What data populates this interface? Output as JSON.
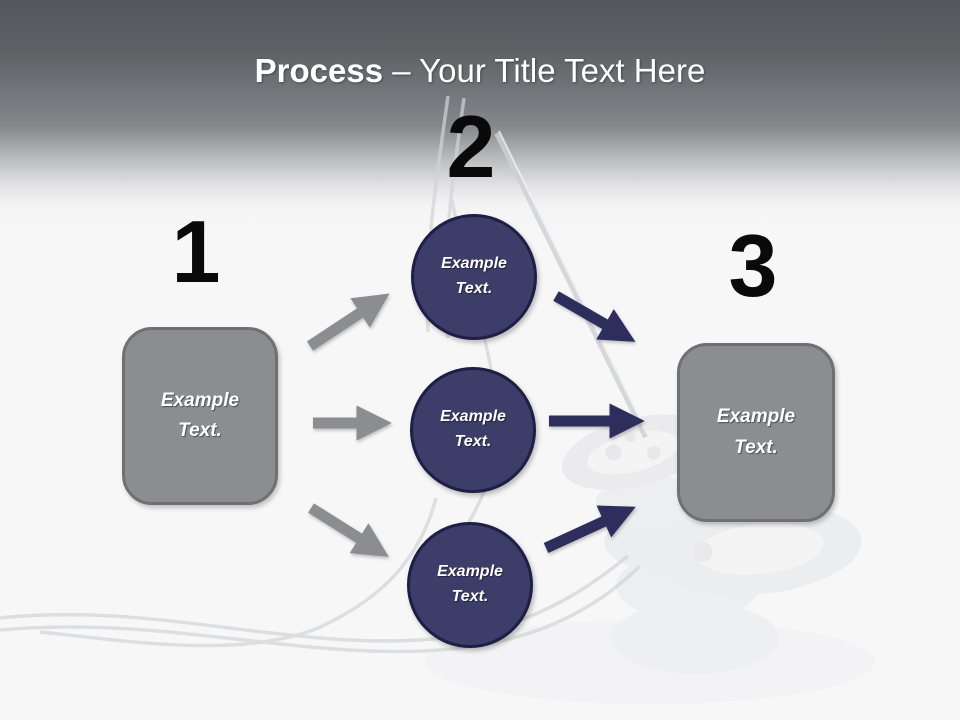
{
  "slide": {
    "header": {
      "title_bold": "Process",
      "title_regular": "– Your Title Text Here"
    },
    "stages": {
      "one": {
        "number": "1",
        "box_label": "Example Text."
      },
      "two": {
        "number": "2",
        "circles": [
          "Example Text.",
          "Example Text.",
          "Example Text."
        ]
      },
      "three": {
        "number": "3",
        "box_label": "Example Text."
      }
    },
    "colors": {
      "header_gradient_top": "#54565b",
      "header_gradient_mid": "#7c7e82",
      "canvas_background": "#f7f7f8",
      "box_fill": "#8b8d91",
      "box_border": "#6e7074",
      "circle_fill": "#3d3d6a",
      "circle_border": "#1e1e46",
      "gray_arrow": "#8b8d90",
      "navy_arrow": "#2e2e5d",
      "number_text": "#0a0a0a",
      "title_text": "#ffffff",
      "shape_text": "#ffffff"
    }
  }
}
